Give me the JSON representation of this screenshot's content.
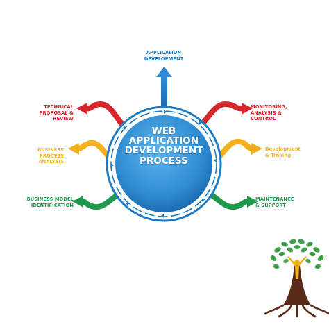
{
  "center": {
    "title": "WEB\nAPPLICATION\nDEVELOPMENT\nPROCESS"
  },
  "steps": [
    {
      "label": "APPLICATION\nDEVELOPMENT",
      "color": "#1c7bc4"
    },
    {
      "label": "MONITORING,\nANALYSIS &\nCONTROL",
      "color": "#d6262b"
    },
    {
      "label": "Development\n& Traning",
      "color": "#f4b01c"
    },
    {
      "label": "MAINTENANCE\n& SUPPORT",
      "color": "#1f9a4b"
    },
    {
      "label": "BUSINESS MODEL\nIDENTIFICATION",
      "color": "#1f9a4b"
    },
    {
      "label": "BUSINESS\nPROCESS\nANALYSIS",
      "color": "#f4b01c"
    },
    {
      "label": "TECHNICAL\nPROPOSAL &\nREVIEW",
      "color": "#d6262b"
    }
  ],
  "colors": {
    "hub_light": "#4fa9e6",
    "hub_dark": "#1c6db3",
    "ring": "#1c7bc4",
    "tree_leaves": "#3fa04a",
    "tree_trunk": "#5a2a1a",
    "figure": "#f2b21c"
  },
  "logo": {
    "icon": "tree-logo-icon"
  }
}
